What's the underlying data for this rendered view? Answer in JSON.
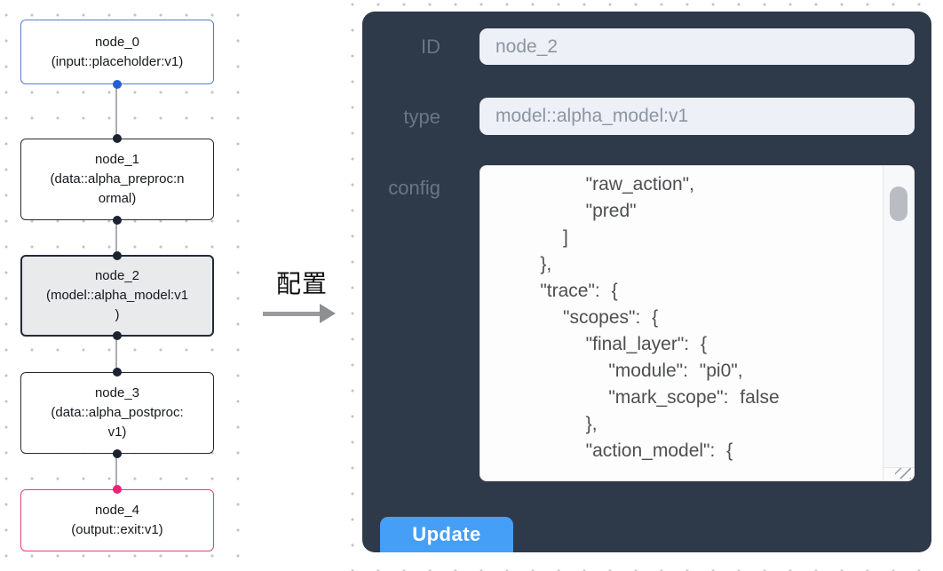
{
  "colors": {
    "panel_bg": "#2e3949",
    "accent_blue": "#459ff7",
    "node_input_border": "#567ec6",
    "node_input_port": "#2160d3",
    "node_default_border": "#242a37",
    "node_selected_bg": "#e9eaec",
    "node_output_border": "#ea3a80",
    "node_output_port": "#ee2277",
    "port_black": "#1b2230"
  },
  "canvas": {
    "nodes": [
      {
        "id": "node_0",
        "text": "node_0\n(input::placeholder:v1)",
        "kind": "input"
      },
      {
        "id": "node_1",
        "text": "node_1\n(data::alpha_preproc:n\normal)",
        "kind": "default"
      },
      {
        "id": "node_2",
        "text": "node_2\n(model::alpha_model:v1\n)",
        "kind": "selected"
      },
      {
        "id": "node_3",
        "text": "node_3\n(data::alpha_postproc:\nv1)",
        "kind": "default"
      },
      {
        "id": "node_4",
        "text": "node_4\n(output::exit:v1)",
        "kind": "output"
      }
    ]
  },
  "transfer": {
    "label": "配置"
  },
  "panel": {
    "id_label": "ID",
    "id_value": "node_2",
    "type_label": "type",
    "type_value": "model::alpha_model:v1",
    "config_label": "config",
    "config_text": "        \"raw_action\",\n        \"pred\"\n      ]\n    },\n    \"trace\": {\n      \"scopes\": {\n        \"final_layer\": {\n          \"module\": \"pi0\",\n          \"mark_scope\": false\n        },\n        \"action_model\": {",
    "update_label": "Update"
  }
}
